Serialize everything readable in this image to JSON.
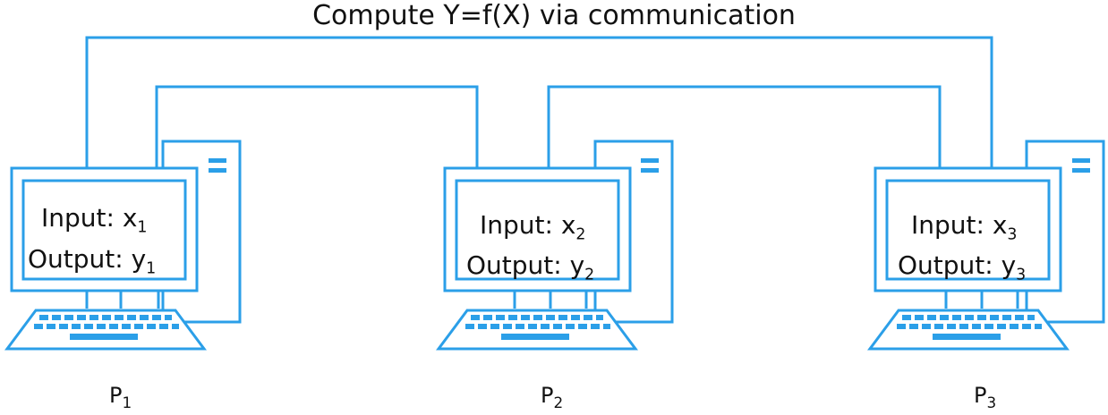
{
  "title": "Compute Y=f(X) via communication",
  "accent_color": "#2b9fe8",
  "parties": [
    {
      "name": "P",
      "index": "1",
      "input_label": "Input: x",
      "input_index": "1",
      "output_label": "Output: y",
      "output_index": "1"
    },
    {
      "name": "P",
      "index": "2",
      "input_label": "Input: x",
      "input_index": "2",
      "output_label": "Output: y",
      "output_index": "2"
    },
    {
      "name": "P",
      "index": "3",
      "input_label": "Input: x",
      "input_index": "3",
      "output_label": "Output: y",
      "output_index": "3"
    }
  ],
  "links": [
    {
      "from": "P1",
      "to": "P2"
    },
    {
      "from": "P2",
      "to": "P3"
    },
    {
      "from": "P1",
      "to": "P3"
    }
  ]
}
